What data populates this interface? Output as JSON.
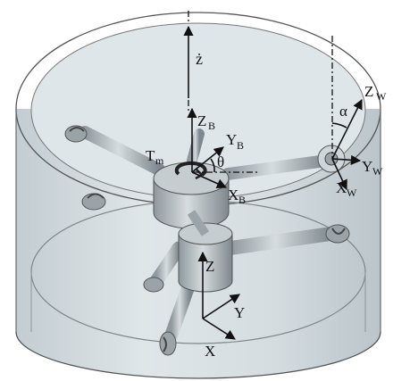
{
  "labels": {
    "z_dot": "ż",
    "z_b_main": "Z",
    "z_b_sub": "B",
    "y_b_main": "Y",
    "y_b_sub": "B",
    "x_b_main": "X",
    "x_b_sub": "B",
    "t_m_main": "T",
    "t_m_sub": "m",
    "theta": "θ",
    "z_w_main": "Z",
    "z_w_sub": "W",
    "y_w_main": "Y",
    "y_w_sub": "W",
    "x_w_main": "X",
    "x_w_sub": "W",
    "alpha": "α",
    "z_world": "Z",
    "y_world": "Y",
    "x_world": "X"
  },
  "colors": {
    "tank_fill": "#c9d3d8",
    "tank_light": "#e2e8eb",
    "robot_body": "#b7c0c6",
    "robot_dark": "#5f6a70",
    "axis": "#111111"
  }
}
